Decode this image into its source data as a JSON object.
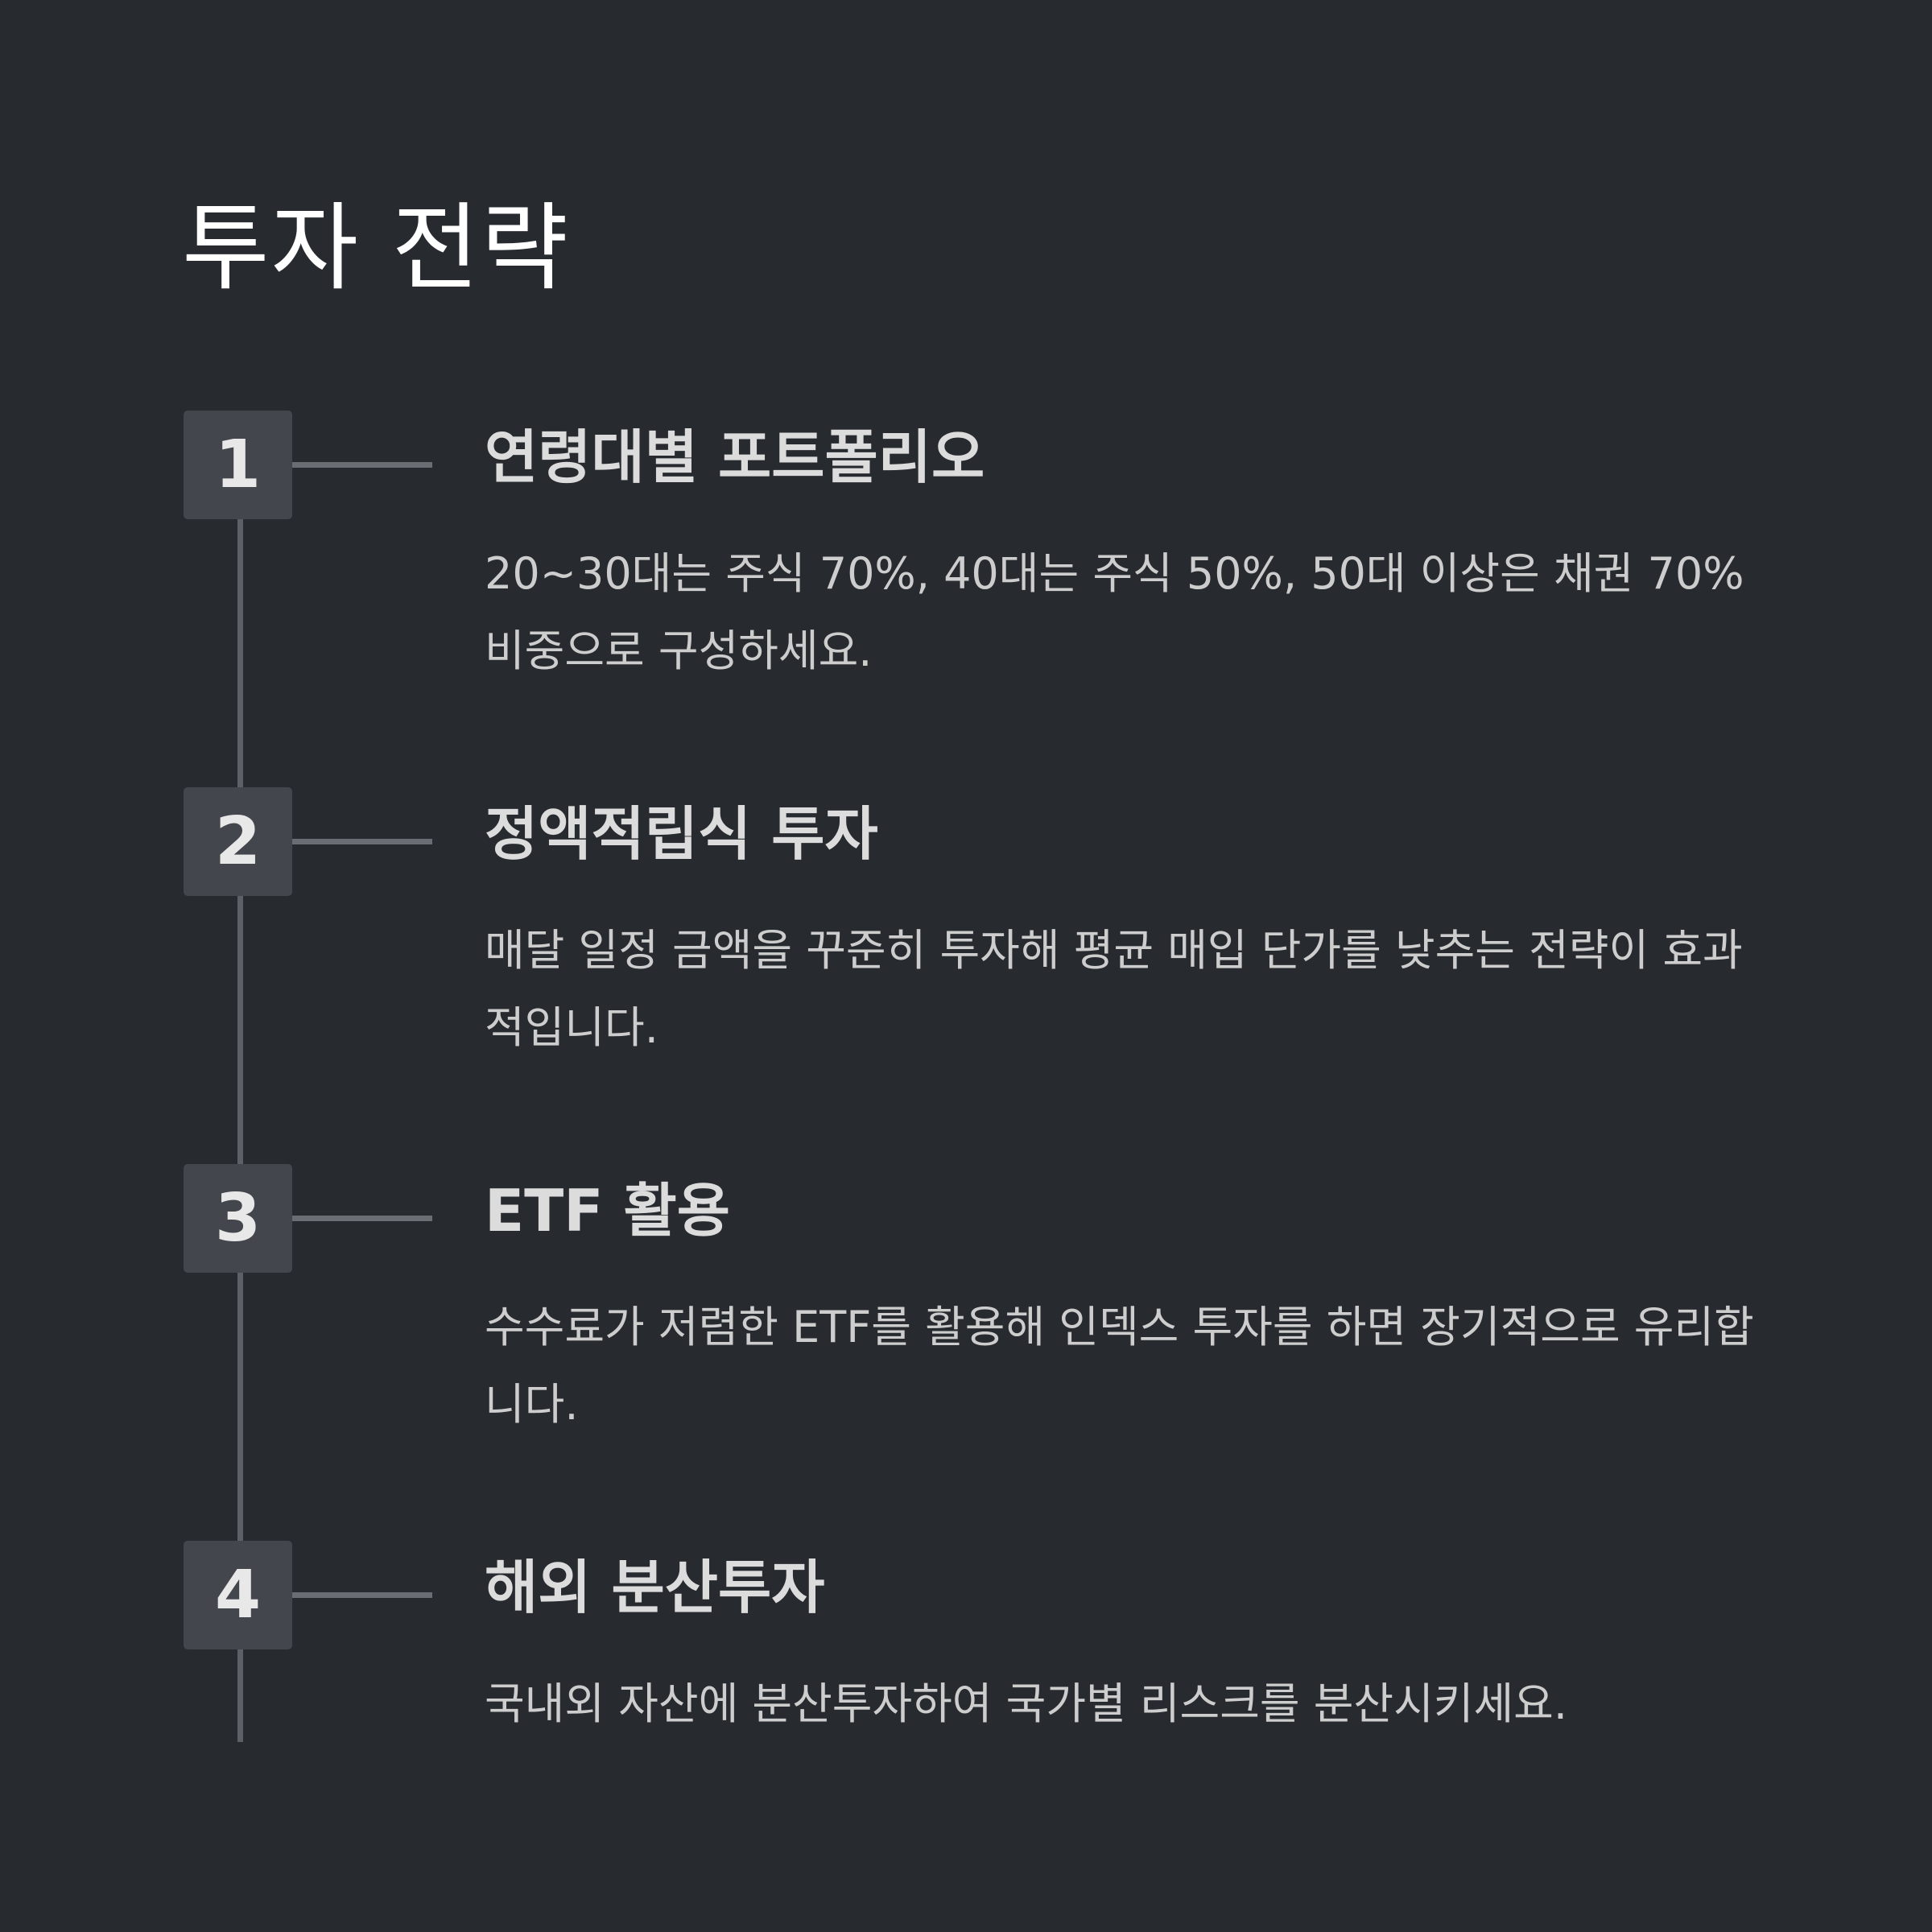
{
  "title": "투자 전략",
  "steps": [
    {
      "number": "1",
      "title": "연령대별 포트폴리오",
      "desc": "20~30대는 주식 70%, 40대는 주식 50%, 50대 이상은 채권 70% 비중으로 구성하세요."
    },
    {
      "number": "2",
      "title": "정액적립식 투자",
      "desc": "매달 일정 금액을 꾸준히 투자해 평균 매입 단가를 낮추는 전략이 효과적입니다."
    },
    {
      "number": "3",
      "title": "ETF 활용",
      "desc": "수수료가 저렴한 ETF를 활용해 인덱스 투자를 하면 장기적으로 유리합니다."
    },
    {
      "number": "4",
      "title": "해외 분산투자",
      "desc": "국내외 자산에 분산투자하여 국가별 리스크를 분산시키세요."
    }
  ]
}
